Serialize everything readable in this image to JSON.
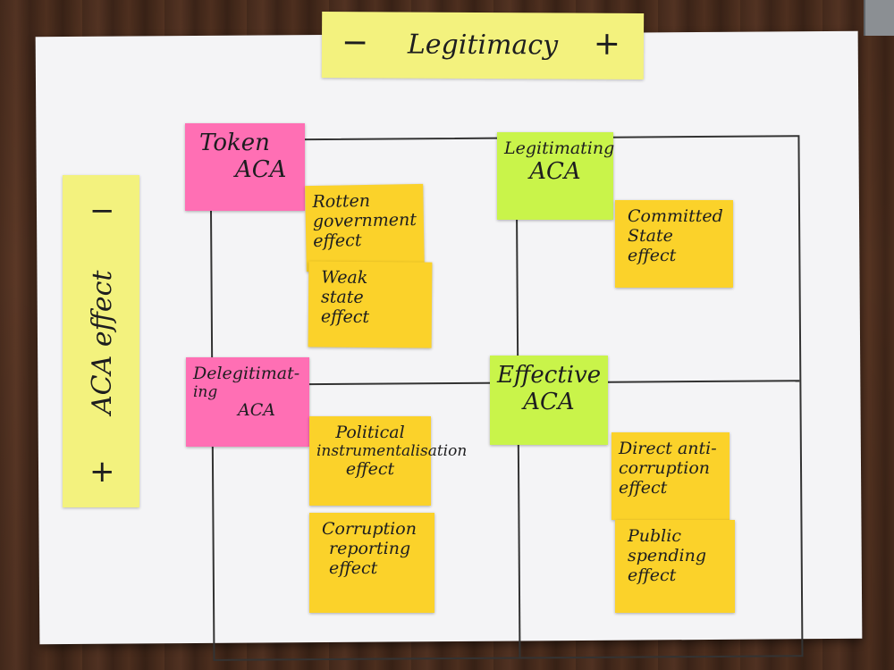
{
  "poster": {
    "top_axis": {
      "minus": "−",
      "title": "Legitimacy",
      "plus": "+"
    },
    "side_axis": {
      "minus": "−",
      "title": "ACA effect",
      "plus": "+"
    },
    "quadrants": {
      "top_left": {
        "heading": [
          "Token",
          "ACA"
        ],
        "notes": [
          [
            "Rotten",
            "government",
            "effect"
          ],
          [
            "Weak",
            "state",
            "effect"
          ]
        ]
      },
      "top_right": {
        "heading": [
          "Legitimating",
          "ACA"
        ],
        "notes": [
          [
            "Committed",
            "State",
            "effect"
          ]
        ]
      },
      "bottom_left": {
        "heading": [
          "Delegitimat-",
          "ing",
          "ACA"
        ],
        "notes": [
          [
            "Political",
            "instrumentalisation",
            "effect"
          ],
          [
            "Corruption",
            "reporting",
            "effect"
          ]
        ]
      },
      "bottom_right": {
        "heading": [
          "Effective",
          "ACA"
        ],
        "notes": [
          [
            "Direct anti-",
            "corruption",
            "effect"
          ],
          [
            "Public",
            "spending",
            "effect"
          ]
        ]
      }
    }
  },
  "colors": {
    "poster_paper": "#f4f4f6",
    "axis_strip": "#f3f27e",
    "pink_note": "#ff6fb4",
    "green_note": "#c9f44a",
    "orange_note": "#fbd22a"
  }
}
